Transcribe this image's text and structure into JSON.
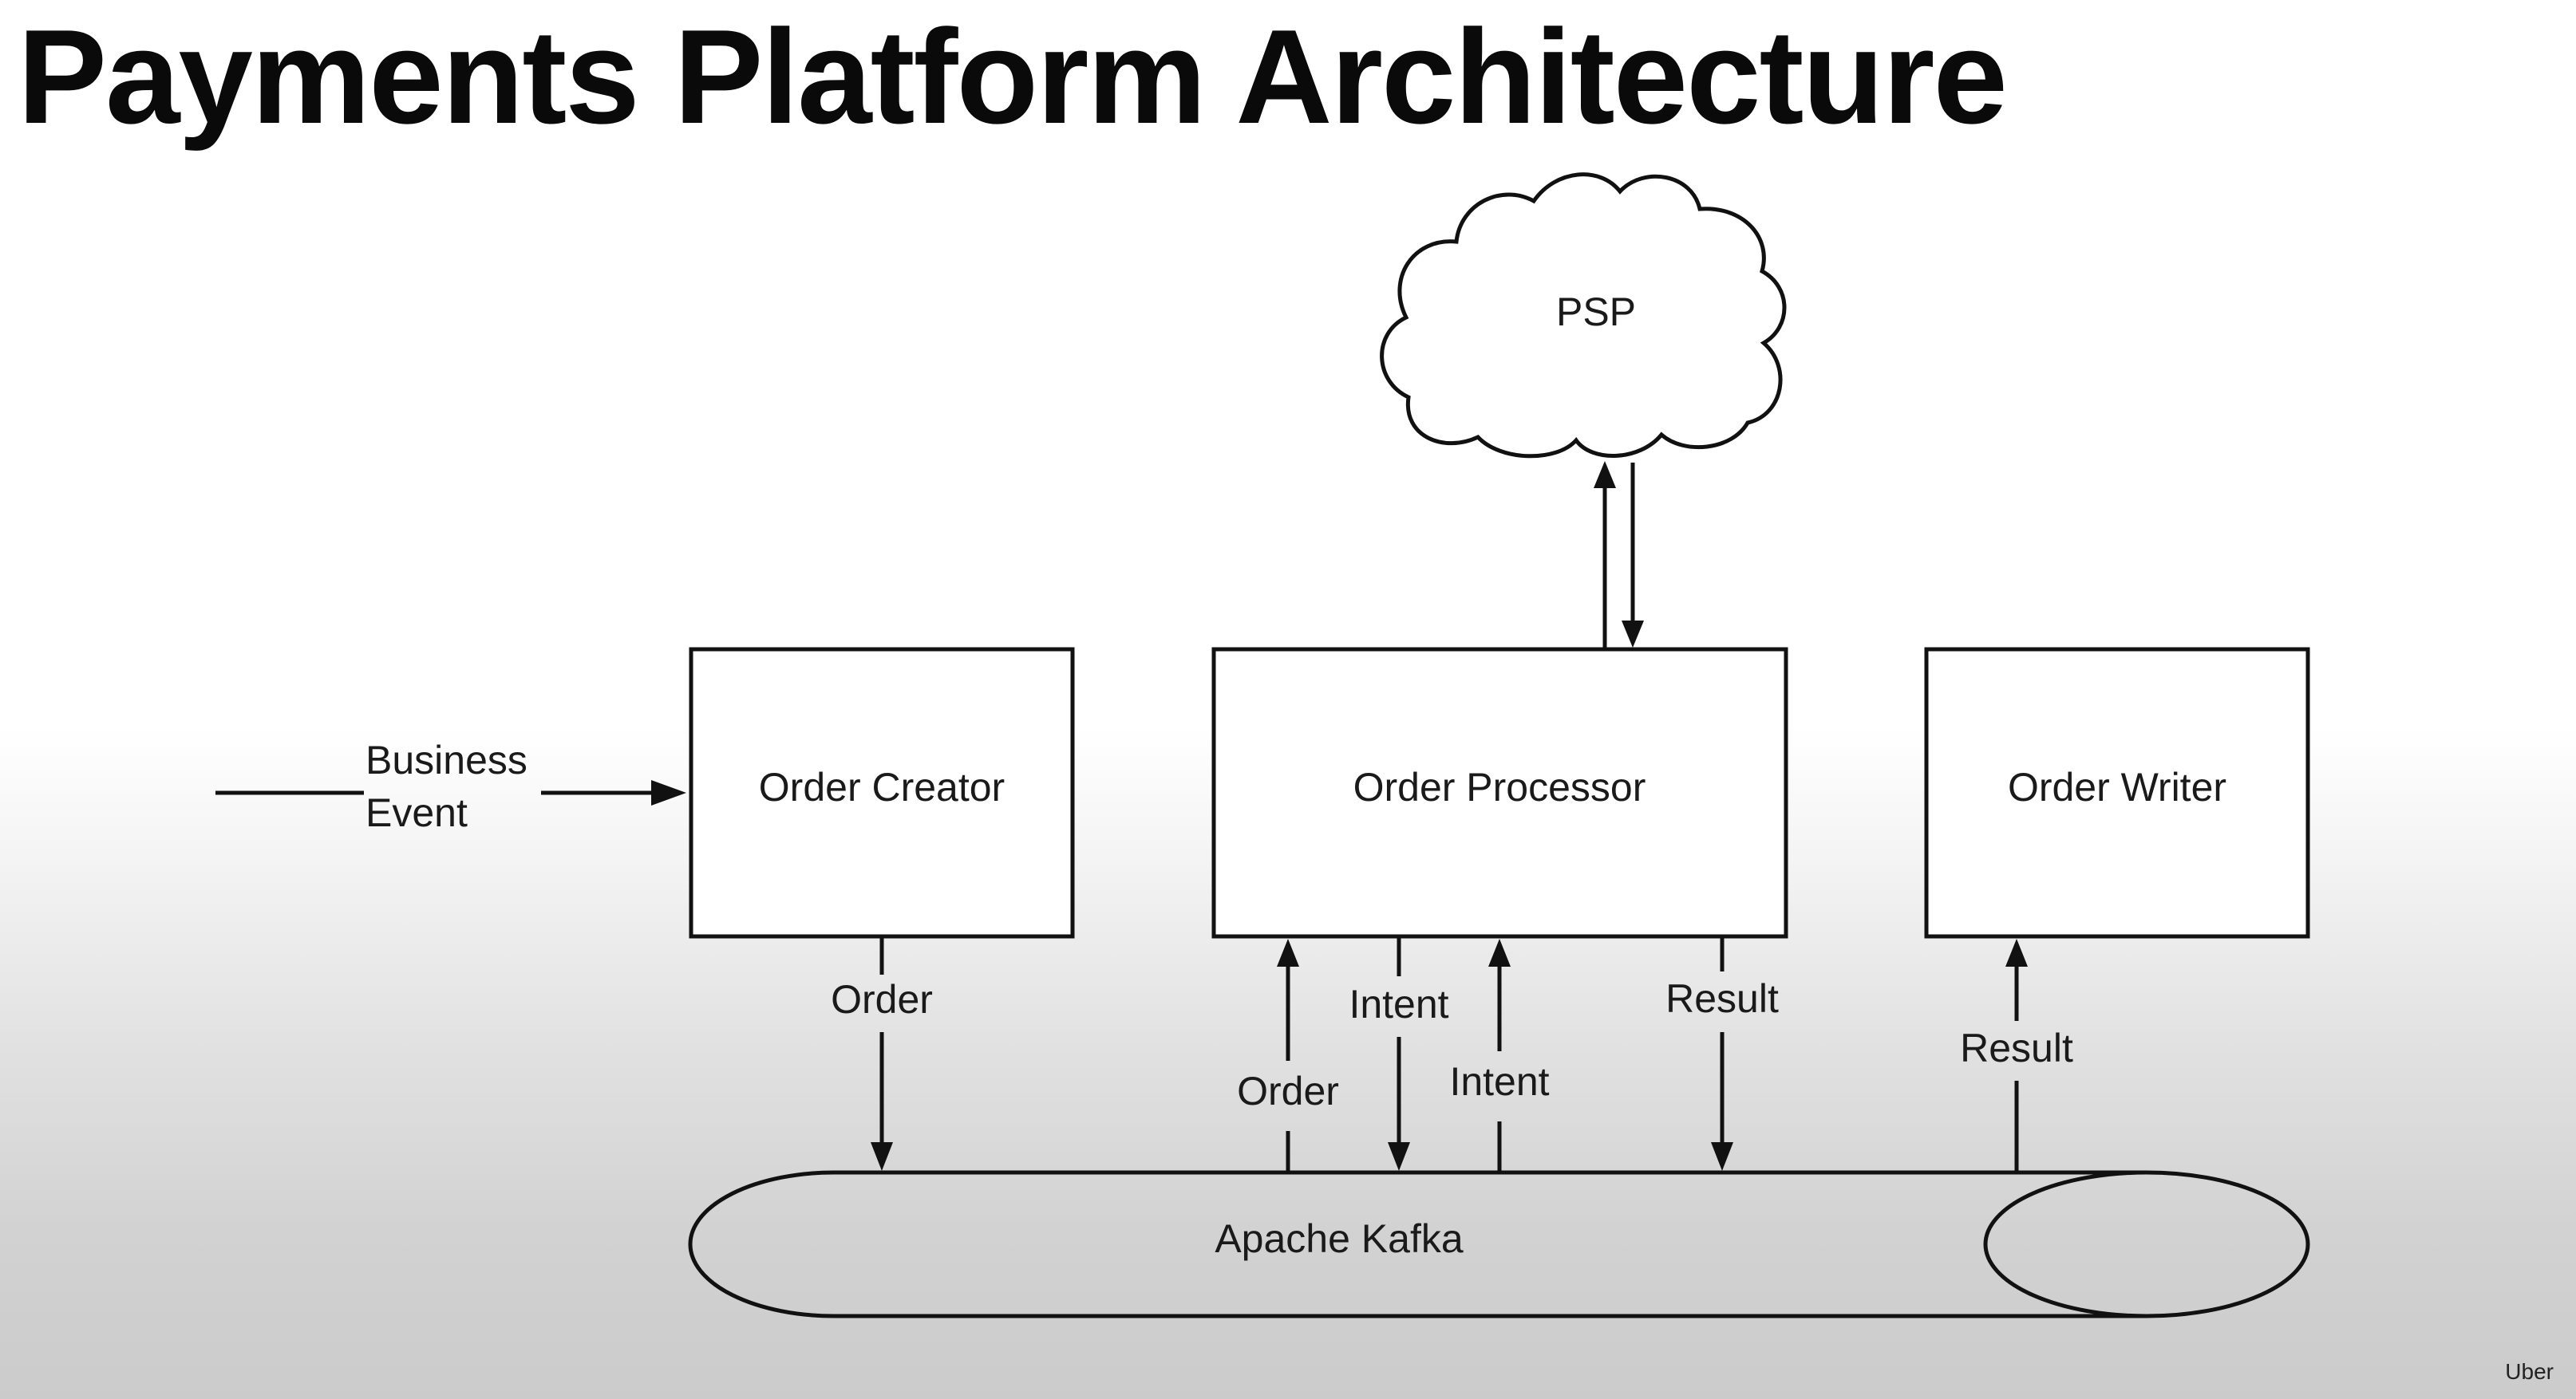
{
  "slide": {
    "title": "Payments Platform Architecture",
    "brand": "Uber"
  },
  "diagram": {
    "nodes": {
      "psp": "PSP",
      "order_creator": "Order Creator",
      "order_processor": "Order Processor",
      "order_writer": "Order Writer",
      "kafka": "Apache Kafka"
    },
    "edge_labels": {
      "business_event_line1": "Business",
      "business_event_line2": "Event",
      "creator_to_kafka": "Order",
      "kafka_to_processor_order": "Order",
      "processor_to_kafka_intent": "Intent",
      "kafka_to_processor_intent": "Intent",
      "processor_to_kafka_result": "Result",
      "kafka_to_writer_result": "Result"
    }
  }
}
